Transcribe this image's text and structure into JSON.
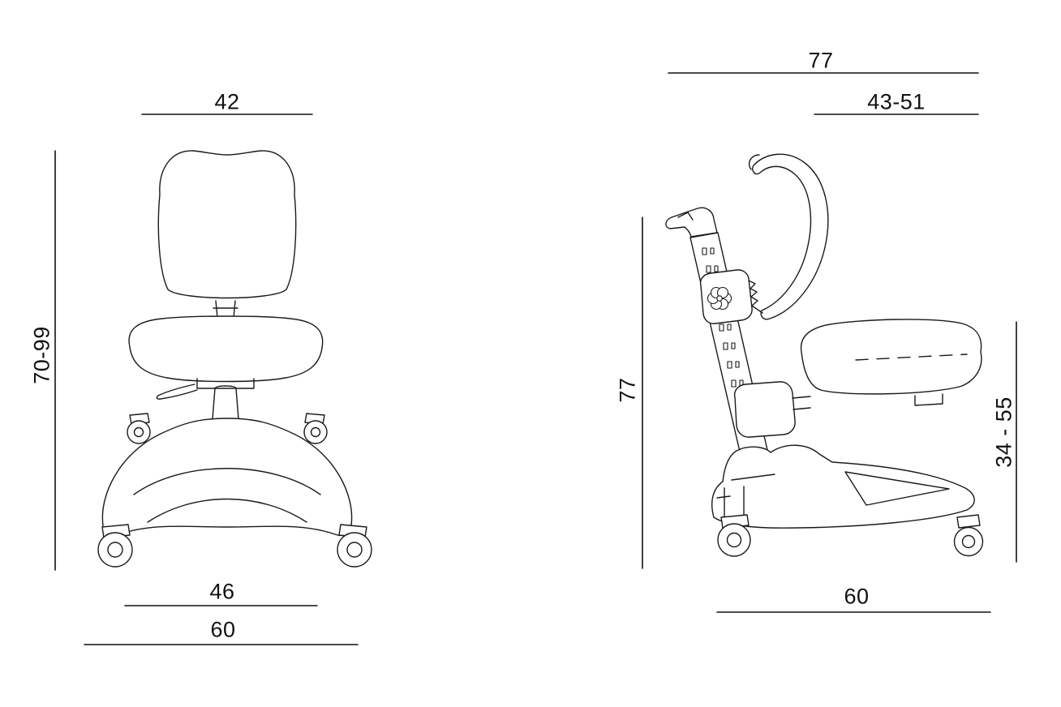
{
  "drawing_title": "chair-technical-dimension-drawing",
  "front_view": {
    "backrest_width": "42",
    "height_range": "70-99",
    "base_width": "46",
    "overall_width": "60"
  },
  "side_view": {
    "depth": "77",
    "upper_depth_range": "43-51",
    "height": "77",
    "seat_height_range": "34 - 55",
    "base_depth": "60"
  },
  "colors": {
    "line": "#1a1a1a",
    "background": "#ffffff"
  }
}
